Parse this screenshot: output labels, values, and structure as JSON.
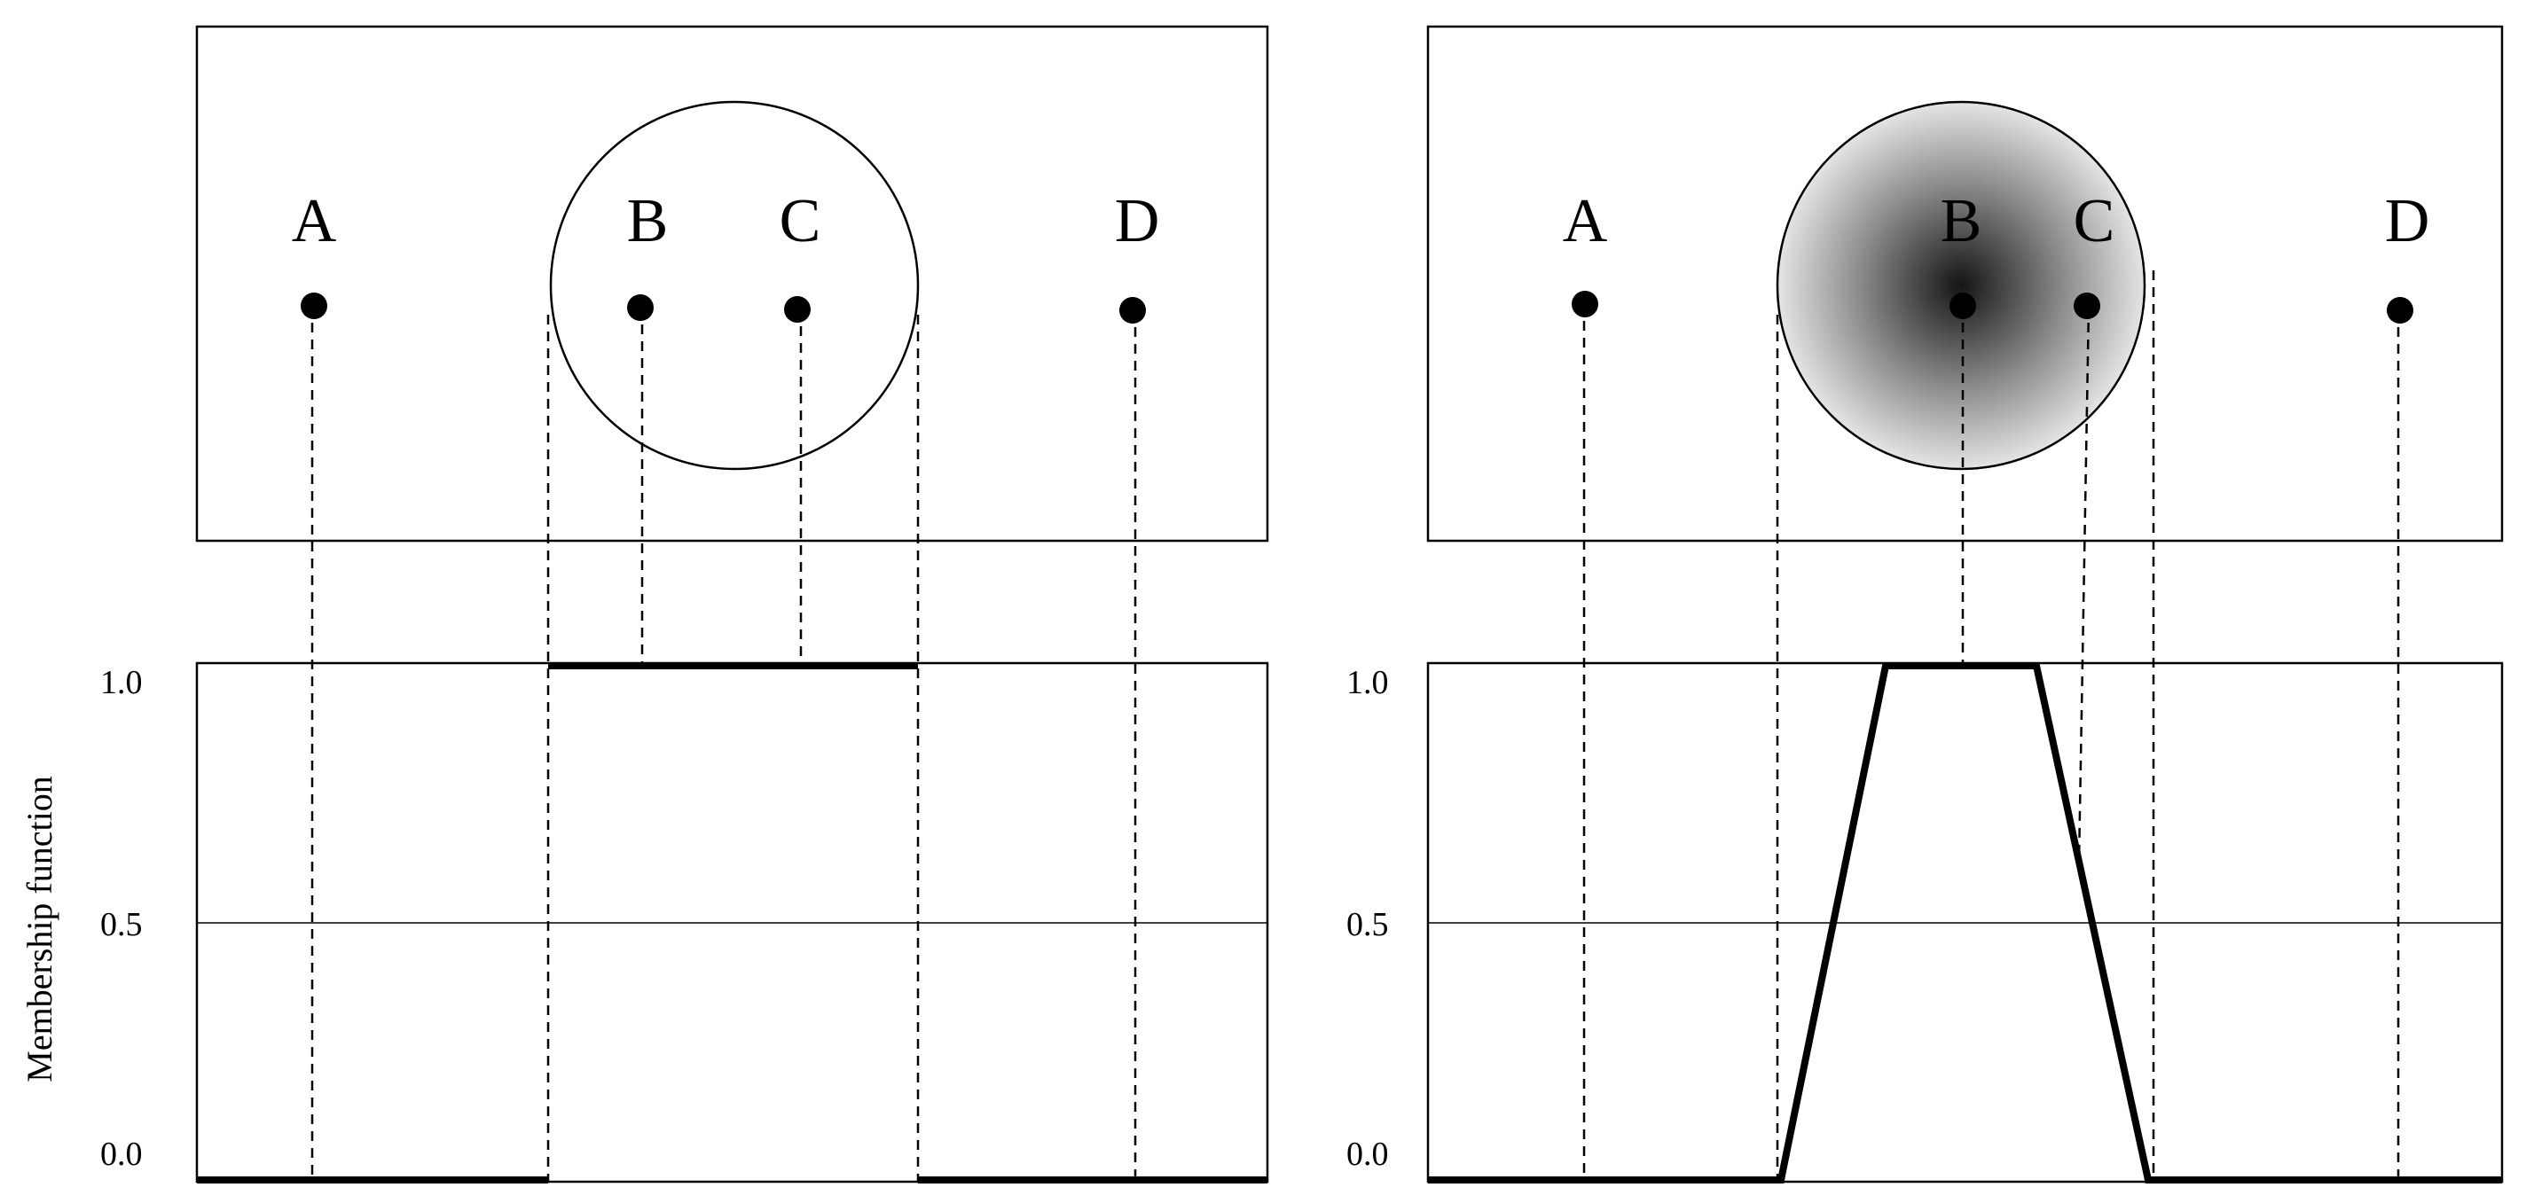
{
  "axis": {
    "ylabel": "Membership function",
    "ticks": [
      "1.0",
      "0.5",
      "0.0"
    ]
  },
  "panels": [
    {
      "id": "crisp",
      "set_shading": "none",
      "points": [
        {
          "label": "A",
          "membership": 0
        },
        {
          "label": "B",
          "membership": 1
        },
        {
          "label": "C",
          "membership": 1
        },
        {
          "label": "D",
          "membership": 0
        }
      ]
    },
    {
      "id": "fuzzy",
      "set_shading": "radial gradient, dark center to light edge",
      "points": [
        {
          "label": "A",
          "membership": 0
        },
        {
          "label": "B",
          "membership": 1
        },
        {
          "label": "C",
          "membership": 0.6
        },
        {
          "label": "D",
          "membership": 0
        }
      ]
    }
  ],
  "colors": {
    "ink": "#000000",
    "background": "#ffffff",
    "gradient_center": "#151515",
    "gradient_edge": "#e4e4e4"
  }
}
